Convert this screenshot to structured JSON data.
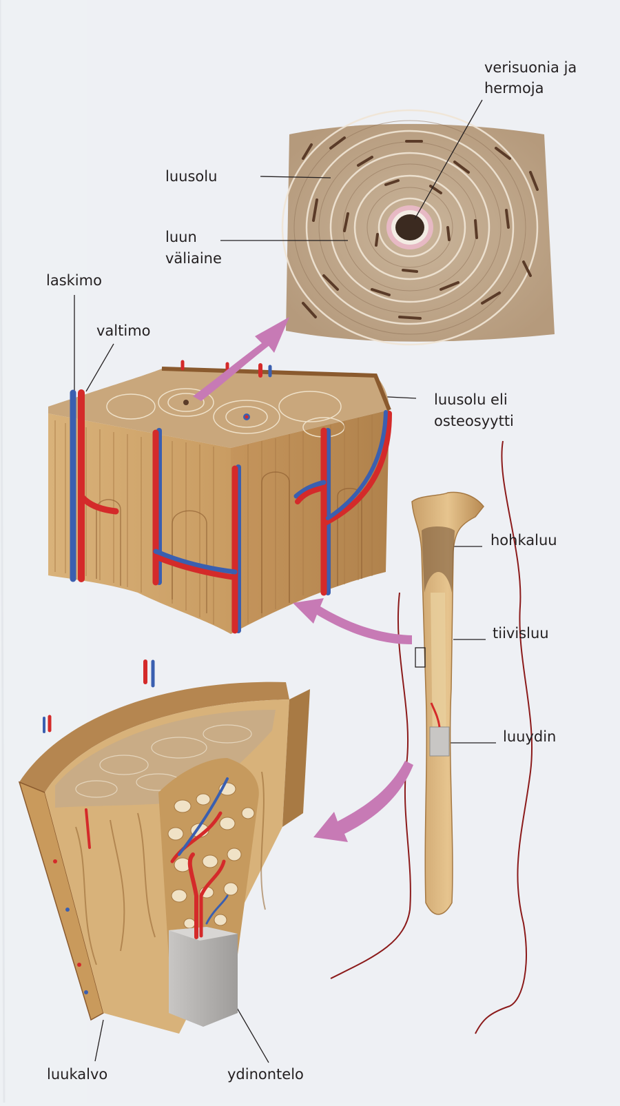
{
  "labels": {
    "vessels_nerves": [
      "verisuonia ja",
      "hermoja"
    ],
    "bone_cell_top": "luusolu",
    "matrix": [
      "luun",
      "väliaine"
    ],
    "vein": "laskimo",
    "artery": "valtimo",
    "osteocyte": [
      "luusolu eli",
      "osteosyytti"
    ],
    "spongy_bone": "hohkaluu",
    "compact_bone": "tiivisluu",
    "marrow": "luuydin",
    "periosteum": "luukalvo",
    "marrow_cavity": "ydinontelo"
  },
  "colors": {
    "page": "#eef1f4",
    "bone_light": "#e2c28c",
    "bone_mid": "#caa06a",
    "bone_dark": "#8a5a2e",
    "artery": "#d42a2a",
    "vein": "#3a5fb0",
    "arrow": "#c77ab5",
    "page_line": "#8b1a1a"
  }
}
